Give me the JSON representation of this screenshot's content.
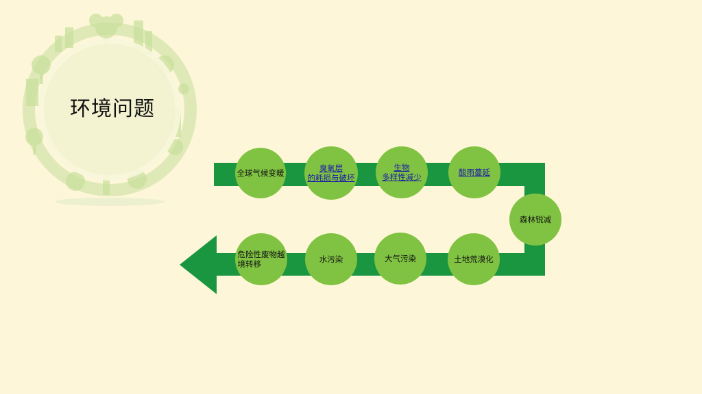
{
  "slide": {
    "title": "环境问题"
  },
  "topics": [
    {
      "id": "global-warming",
      "label": "全球气候变暖",
      "link": false
    },
    {
      "id": "ozone",
      "label": "臭氧层\n的耗损与破坏",
      "link": true
    },
    {
      "id": "biodiversity",
      "label": "生物\n多样性减少",
      "link": true
    },
    {
      "id": "acid-rain",
      "label": "酸雨蔓延",
      "link": true
    },
    {
      "id": "deforestation",
      "label": "森林锐减",
      "link": false
    },
    {
      "id": "desertification",
      "label": "土地荒漠化",
      "link": false
    },
    {
      "id": "air-pollution",
      "label": "大气污染",
      "link": false
    },
    {
      "id": "water-pollution",
      "label": "水污染",
      "link": false
    },
    {
      "id": "hazardous-waste",
      "label": "危险性废物越\n境转移",
      "link": false
    }
  ],
  "colors": {
    "background": "#fdf6d8",
    "path": "#1a9640",
    "node": "#80c342",
    "link": "#1a1aa8",
    "decoration": "#b9d98a"
  }
}
